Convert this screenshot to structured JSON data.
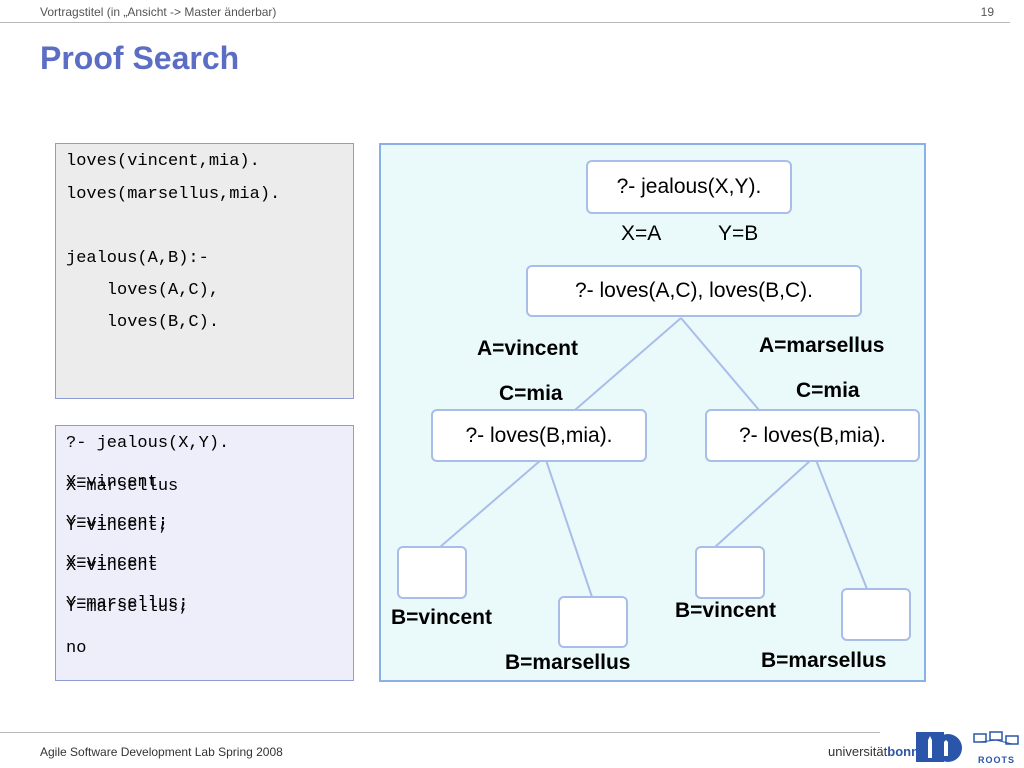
{
  "header": {
    "title": "Vortragstitel (in „Ansicht -> Master änderbar)",
    "page_number": "19"
  },
  "slide": {
    "title": "Proof Search"
  },
  "program": {
    "lines": [
      "loves(vincent,mia).",
      "loves(marsellus,mia).",
      "",
      "jealous(A,B):-",
      "    loves(A,C),",
      "    loves(B,C)."
    ]
  },
  "query": {
    "first_line": "?- jealous(X,Y).",
    "overlaps": [
      [
        "X=vincent",
        "X=marsellus"
      ],
      [
        "Y=vincent;",
        "Y=vincent;"
      ],
      [
        "X=vincent",
        "X=vincent"
      ],
      [
        "Y=marsellus;",
        "Y=marsellus;"
      ]
    ],
    "last_line": "no"
  },
  "tree": {
    "root": "?- jealous(X,Y).",
    "bind_x": "X=A",
    "bind_y": "Y=B",
    "level1": "?- loves(A,C), loves(B,C).",
    "left_a": "A=vincent",
    "left_c": "C=mia",
    "right_a": "A=marsellus",
    "right_c": "C=mia",
    "left_node": "?- loves(B,mia).",
    "right_node": "?- loves(B,mia).",
    "ll_label": "B=vincent",
    "lr_label": "B=marsellus",
    "rl_label": "B=vincent",
    "rr_label": "B=marsellus"
  },
  "footer": {
    "text": "Agile Software Development Lab Spring 2008",
    "logo_text_regular": "universität",
    "logo_text_bold": "bonn",
    "roots": "ROOTS"
  },
  "colors": {
    "title": "#5b6ec4",
    "panel_border": "#8ab0e8",
    "node_border": "#a9bde9"
  }
}
